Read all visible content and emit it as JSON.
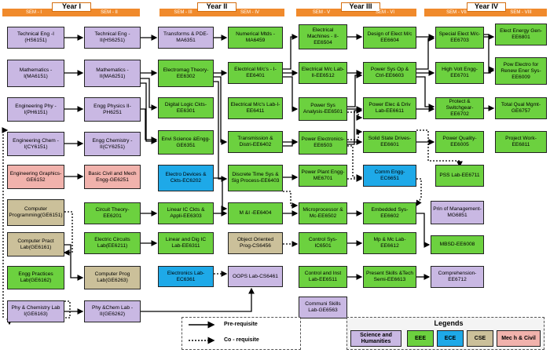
{
  "years": [
    {
      "label": "Year I"
    },
    {
      "label": "Year II"
    },
    {
      "label": "Year III"
    },
    {
      "label": "Year IV"
    }
  ],
  "semesters": [
    "SEM - I",
    "SEM - II",
    "SEM - III",
    "SEM - IV",
    "SEM - V",
    "SEM - VI",
    "SEM - VII",
    "SEM - VIII"
  ],
  "courses": {
    "te1": "Technical Eng -I (HS6151)",
    "te2": "Technical Eng - II(HS6251)",
    "m1": "Mathematics - I(MA6151)",
    "m2": "Mathematics - II(MA6251)",
    "p1": "Engineering Phy - I(PH6151)",
    "p2": "Engg Physics II-PH6251",
    "c1": "Engineering Chem - I(CY6151)",
    "c2": "Engg Chemistry - II(CY6251)",
    "eg": "Engineering Graphics-GE6152",
    "bcm": "Basic Civil and Mech Engg-GE6251",
    "cp": "Computer Programming(GE6151)",
    "cpl": "Computer Pract Lab(GE6161)",
    "epl": "Engg Practices Lab(GE6162)",
    "pcl1": "Phy & Chemistry Lab I(GE6163)",
    "ct": "Circuit Theory-EE6201",
    "ecl": "Electric Circuits Lab(EE6211)",
    "cpg": "Computer Prog Lab(GE6263)",
    "pcl2": "Phy &Chem Lab -II(GE6262)",
    "tpde": "Transforms & PDE-MA6351",
    "emt": "Electromag Theory-EE6302",
    "dlc": "Digital Logic Ckts-EE6301",
    "evs": "Envi Science &Engg-GE6351",
    "edc": "Electro Devices & Ckts-EC6202",
    "lic": "Linear IC Ckts & Appli-EE6303",
    "ldic": "Linear and Dig IC Lab-EE6311",
    "elab": "Electronics Lab-EC6361",
    "nm": "Numerical Mtds - MA6459",
    "em1": "Electrical M/c's - I-EE6401",
    "eml1": "Electrical M/c's Lab-I-EE6411",
    "tdx": "Transmission & Distri-EE6402",
    "dts": "Discrete Time Sys & Sig Process-EE6403",
    "mi": "M &I -EE6404",
    "oop": "Object Oriented Prog-CS6456",
    "oopl": "OOPS Lab-CS6461",
    "em2": "Electrical Machines - II-EE6504",
    "eml2": "Electrical M/c Lab- II-EE6512",
    "psa": "Power Sys Analysis-EE6501",
    "pe": "Power Electronics-EE6503",
    "ppe": "Power Plant Engg-ME6701",
    "mpmc": "Microprocessor & Mc-EE6502",
    "cs": "Control Sys-IC6501",
    "cil": "Control and Inst Lab-EE6511",
    "csl": "Communi Skills Lab-GE6563",
    "demc": "Design of Elect M/c EE6604",
    "psoc": "Power Sys Op & Ctrl-EE6603",
    "pedl": "Power Elec & Driv Lab-EE6611",
    "ssd": "Solid State Drives-EE6601",
    "comm": "Comm Engg-EC6651",
    "emb": "Embedded Sys-EE6602",
    "mpl": "Mp & Mc Lab-EE6612",
    "pst": "Present Skills &Tech Semi-EE6613",
    "sem": "Special Elect M/c-EE6703",
    "hve": "High Volt Engg-EE6701",
    "psw": "Protect & Switchgear-EE6702",
    "pq": "Power Quality-EE6005",
    "pssl": "PSS Lab-EE6711",
    "pom": "Prin of Management-MG6851",
    "mbsd": "MBSD-EE6008",
    "comp": "Comprehension-EE6712",
    "eeg": "Elect Energy Gen-EE6801",
    "per": "Pow Electro for Renew Ener Sys-EE6009",
    "tqm": "Total Qual Mgmt-GE6757",
    "pw": "Project Work-EE6811"
  },
  "key": {
    "prereq": "Pre-requisite",
    "coreq": "Co - requisite"
  },
  "legend": {
    "title": "Legends",
    "sh": "Science and Humanities",
    "eee": "EEE",
    "ece": "ECE",
    "cse": "CSE",
    "mc": "Mec h & Civil"
  },
  "colors": {
    "science_humanities": "#c9b8e3",
    "eee": "#6cd13f",
    "ece": "#1ea9e8",
    "cse": "#cbc09a",
    "mech_civil": "#f1b2ac",
    "year_bar": "#f08a2c"
  }
}
